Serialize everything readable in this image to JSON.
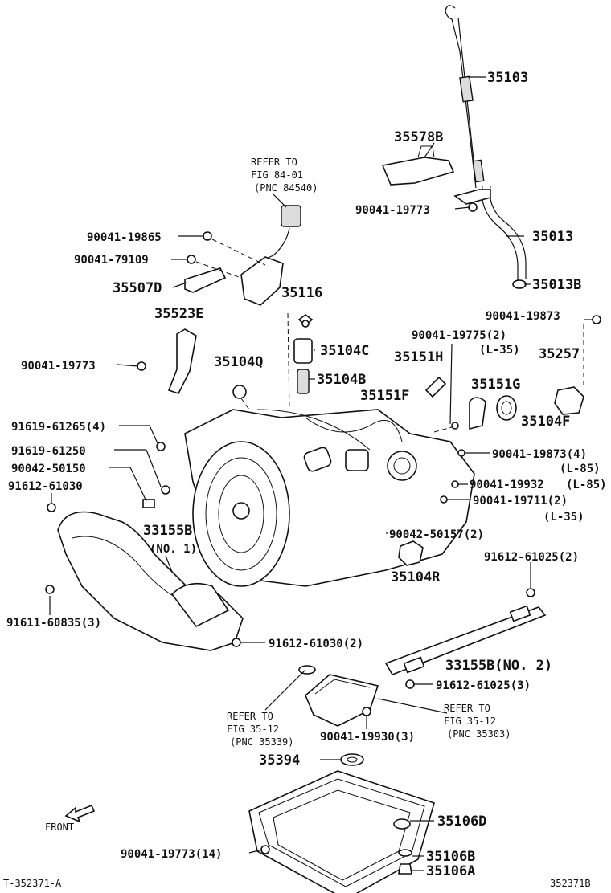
{
  "diagram": {
    "refs": {
      "ref_fig84": [
        "REFER TO",
        "FIG 84-01",
        "(PNC 84540)"
      ],
      "ref_fig35_left": [
        "REFER TO",
        "FIG 35-12",
        "(PNC 35339)"
      ],
      "ref_fig35_right": [
        "REFER TO",
        "FIG 35-12",
        "(PNC 35303)"
      ]
    },
    "labels": {
      "p35103": "35103",
      "p35578B": "35578B",
      "p90041_19773_top": "90041-19773",
      "p35013": "35013",
      "p35013B": "35013B",
      "p90041_19865": "90041-19865",
      "p90041_79109": "90041-79109",
      "p35507D": "35507D",
      "p35116": "35116",
      "p35523E": "35523E",
      "p90041_19873": "90041-19873",
      "p90041_19775": "90041-19775(2)",
      "p90041_19775_note": "(L-35)",
      "p35257": "35257",
      "p90041_19773_left": "90041-19773",
      "p35104Q": "35104Q",
      "p35104C": "35104C",
      "p35151H": "35151H",
      "p35104B": "35104B",
      "p35151G": "35151G",
      "p35151F": "35151F",
      "p35104F": "35104F",
      "p91619_61265": "91619-61265(4)",
      "p91619_61250": "91619-61250",
      "p90042_50150": "90042-50150",
      "p91612_61030_left": "91612-61030",
      "p90041_19873_4": "90041-19873(4)",
      "p90041_19873_4_note": "(L-85)",
      "p90041_19932": "90041-19932",
      "p90041_19932_note": "(L-85)",
      "p90041_19711": "90041-19711(2)",
      "p90041_19711_note": "(L-35)",
      "p33155B_1": "33155B",
      "p33155B_1_note": "(NO. 1)",
      "p90042_50157": "90042-50157(2)",
      "p91612_61025_2": "91612-61025(2)",
      "p35104R": "35104R",
      "p91611_60835": "91611-60835(3)",
      "p91612_61030_2": "91612-61030(2)",
      "p33155B_2": "33155B(NO. 2)",
      "p91612_61025_3": "91612-61025(3)",
      "p90041_19930": "90041-19930(3)",
      "p35394": "35394",
      "p35106D": "35106D",
      "p90041_19773_14": "90041-19773(14)",
      "p35106B": "35106B",
      "p35106A": "35106A"
    },
    "front_label": "FRONT",
    "footer_left": "T-352371-A",
    "footer_right": "352371B"
  }
}
